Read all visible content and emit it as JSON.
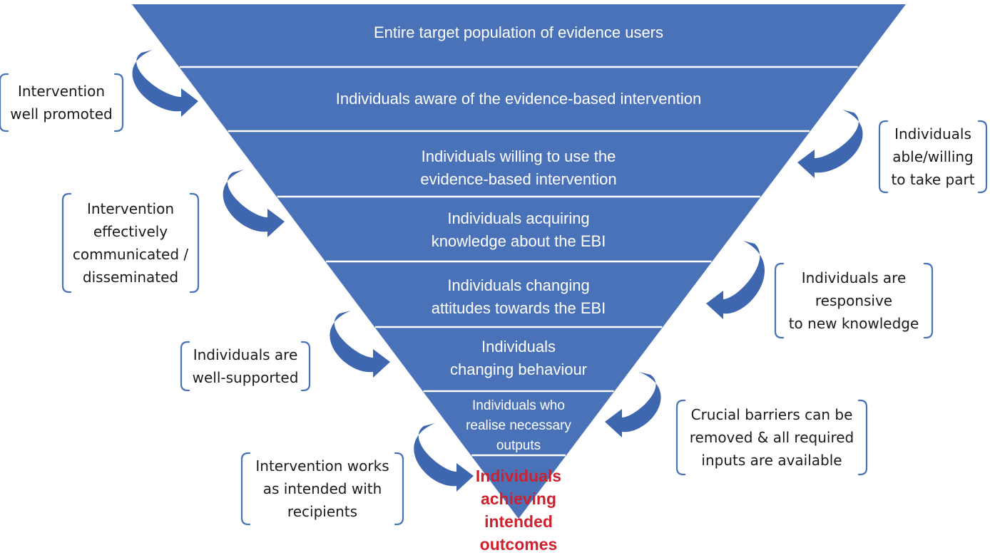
{
  "colors": {
    "funnel_fill": "#4a72b8",
    "divider": "#ffffff",
    "arrow": "#3e67b0",
    "final_text": "#d0202e",
    "brace": "#4a72b8"
  },
  "levels": [
    {
      "lines": [
        "Entire target population of evidence users"
      ]
    },
    {
      "lines": [
        "Individuals aware of the evidence-based intervention"
      ]
    },
    {
      "lines": [
        "Individuals willing to use the",
        "evidence-based intervention"
      ]
    },
    {
      "lines": [
        "Individuals acquiring",
        "knowledge about the EBI"
      ]
    },
    {
      "lines": [
        "Individuals changing",
        "attitudes towards the EBI"
      ]
    },
    {
      "lines": [
        "Individuals",
        "changing behaviour"
      ]
    },
    {
      "lines": [
        "Individuals who",
        "realise necessary",
        "outputs"
      ]
    }
  ],
  "final_level": {
    "lines": [
      "Individuals",
      "achieving",
      "intended",
      "outcomes"
    ]
  },
  "conditions": [
    {
      "side": "left",
      "lines": [
        "Intervention",
        "well promoted"
      ]
    },
    {
      "side": "right",
      "lines": [
        "Individuals",
        "able/willing",
        "to take part"
      ]
    },
    {
      "side": "left",
      "lines": [
        "Intervention",
        "effectively",
        "communicated /",
        "disseminated"
      ]
    },
    {
      "side": "right",
      "lines": [
        "Individuals are",
        "responsive",
        "to new knowledge"
      ]
    },
    {
      "side": "left",
      "lines": [
        "Individuals are",
        "well-supported"
      ]
    },
    {
      "side": "right",
      "lines": [
        "Crucial barriers can be",
        "removed & all required",
        "inputs are available"
      ]
    },
    {
      "side": "left",
      "lines": [
        "Intervention works",
        "as intended with",
        "recipients"
      ]
    }
  ]
}
